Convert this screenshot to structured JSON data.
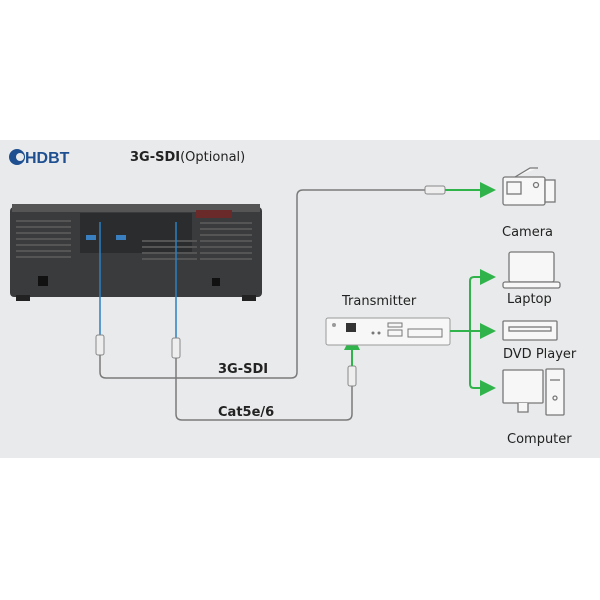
{
  "header": {
    "logo": "HDBT",
    "title_bold": "3G-SDI",
    "title_rest": "(Optional)"
  },
  "devices": {
    "transmitter": "Transmitter",
    "camera": "Camera",
    "laptop": "Laptop",
    "dvd_player": "DVD Player",
    "computer": "Computer"
  },
  "cables": {
    "sdi": "3G-SDI",
    "cat": "Cat5e/6"
  },
  "colors": {
    "signal": "#2fb34a",
    "cable": "#7a7a7a",
    "projector_cable": "#2c7fc0",
    "background": "#e9eaeb"
  }
}
